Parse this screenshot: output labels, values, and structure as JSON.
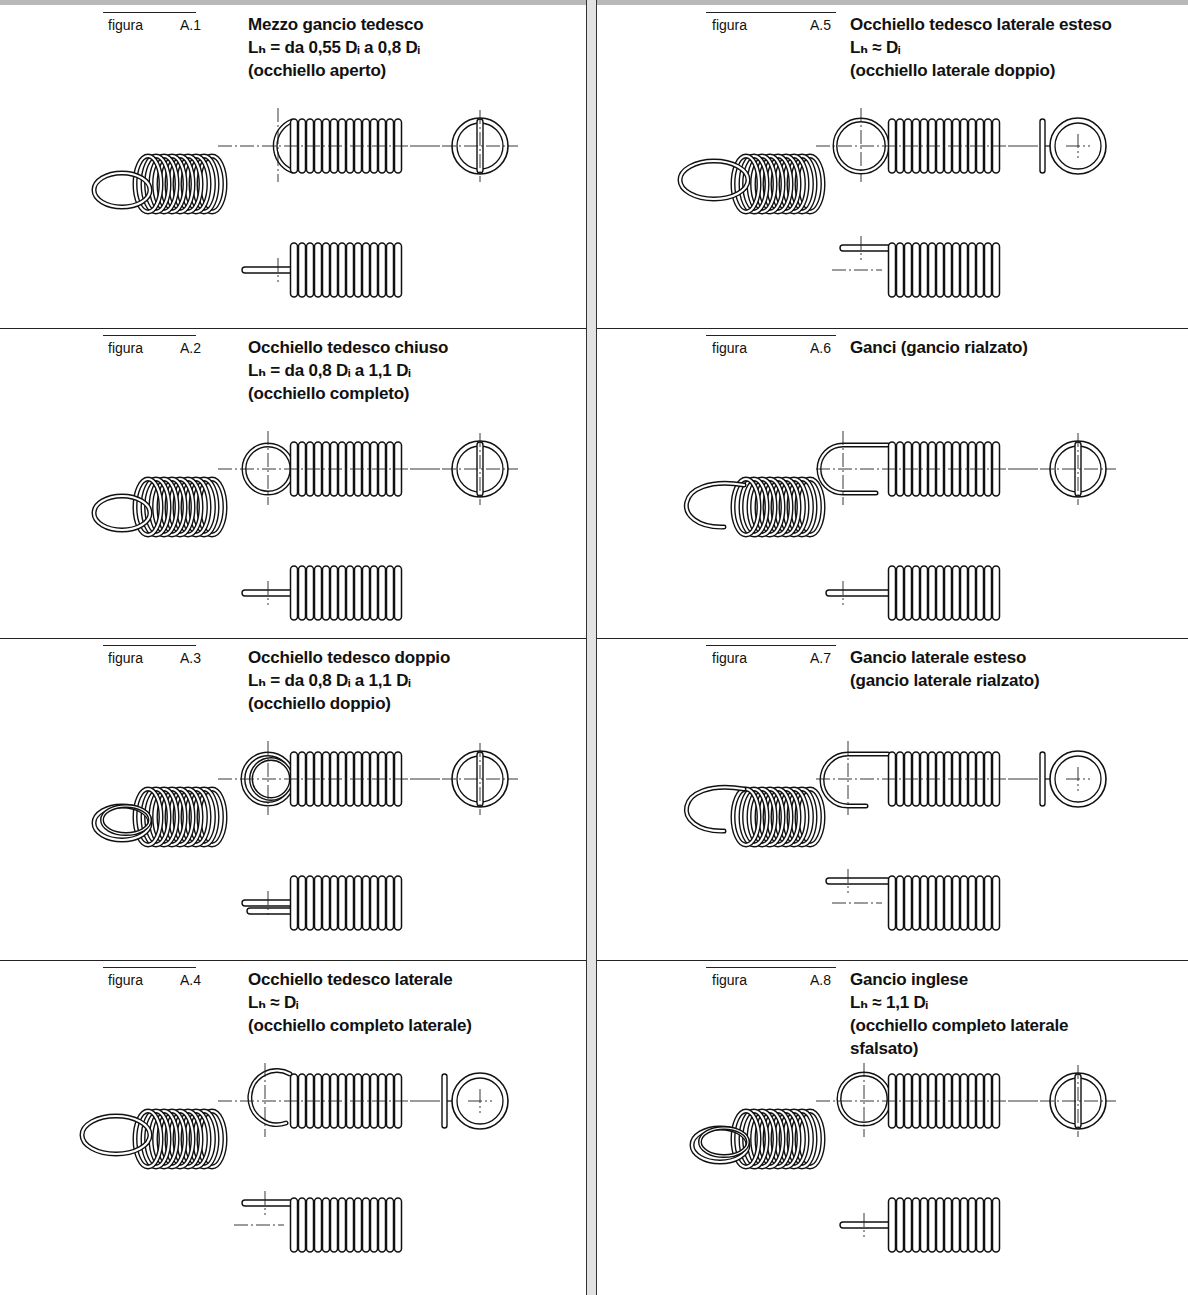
{
  "diagram": {
    "nodes": [
      {
        "text": [
          "figura",
          "A.1",
          "Mezzo gancio tedesco",
          "Lₕ = da 0,55 Dᵢ a 0,8 Dᵢ",
          "(occhiello aperto)"
        ]
      },
      {
        "text": [
          "figura",
          "A.2",
          "Occhiello tedesco chiuso",
          "Lₕ = da 0,8 Dᵢ a 1,1 Dᵢ",
          "(occhiello completo)"
        ]
      },
      {
        "text": [
          "figura",
          "A.3",
          "Occhiello tedesco doppio",
          "Lₕ = da 0,8 Dᵢ a 1,1 Dᵢ",
          "(occhiello doppio)"
        ]
      },
      {
        "text": [
          "figura",
          "A.4",
          "Occhiello tedesco laterale",
          "Lₕ ≈ Dᵢ",
          "(occhiello completo laterale)"
        ]
      },
      {
        "text": [
          "figura",
          "A.5",
          "Occhiello tedesco laterale esteso",
          "Lₕ ≈ Dᵢ",
          "(occhiello laterale doppio)"
        ]
      },
      {
        "text": [
          "figura",
          "A.6",
          "Ganci (gancio rialzato)"
        ]
      },
      {
        "text": [
          "figura",
          "A.7",
          "Gancio laterale esteso",
          "(gancio laterale rialzato)"
        ]
      },
      {
        "text": [
          "figura",
          "A.8",
          "Gancio inglese",
          "Lₕ ≈ 1,1 Dᵢ",
          "(occhiello completo laterale sfalsato)"
        ]
      }
    ]
  }
}
